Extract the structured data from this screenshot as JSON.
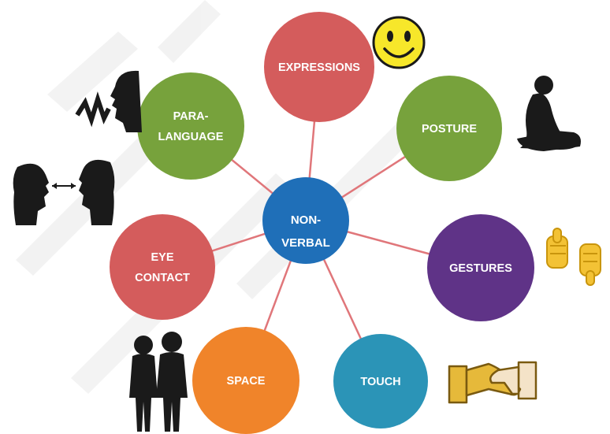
{
  "center": {
    "lines": [
      "NON-",
      "VERBAL"
    ],
    "color": "#1f6fb8"
  },
  "nodes": [
    {
      "id": "expressions",
      "lines": [
        "EXPRESSIONS"
      ],
      "color": "#d45c5c"
    },
    {
      "id": "posture",
      "lines": [
        "POSTURE"
      ],
      "color": "#77a23c"
    },
    {
      "id": "gestures",
      "lines": [
        "GESTURES"
      ],
      "color": "#5f3387"
    },
    {
      "id": "touch",
      "lines": [
        "TOUCH"
      ],
      "color": "#2b94b7"
    },
    {
      "id": "space",
      "lines": [
        "SPACE"
      ],
      "color": "#f0842a"
    },
    {
      "id": "eye-contact",
      "lines": [
        "EYE",
        "CONTACT"
      ],
      "color": "#d45c5c"
    },
    {
      "id": "paralanguage",
      "lines": [
        "PARA-",
        "LANGUAGE"
      ],
      "color": "#77a23c"
    }
  ],
  "connector_color": "#e0767a",
  "icons": [
    "smiley-face-icon",
    "sitting-person-silhouette-icon",
    "thumbs-up-down-icon",
    "handshake-icon",
    "two-people-silhouette-icon",
    "eye-contact-faces-icon",
    "speaking-head-icon"
  ]
}
